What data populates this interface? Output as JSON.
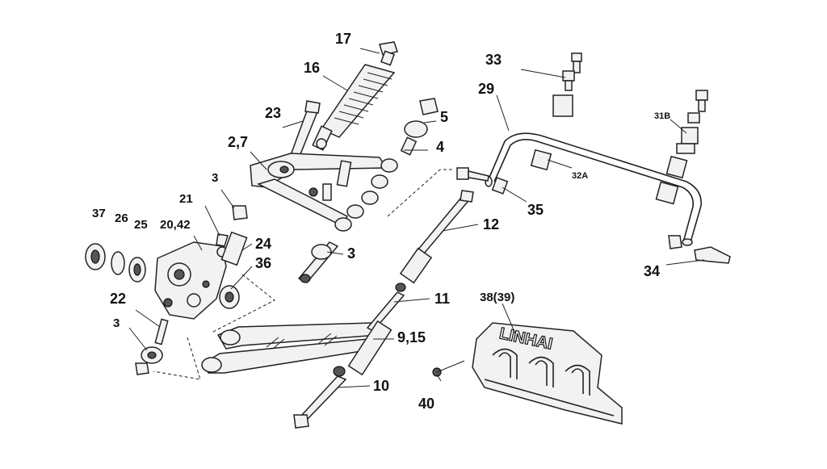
{
  "diagram": {
    "cover_logo_text": "LINHAI",
    "part_labels": {
      "p17": "17",
      "p16": "16",
      "p23": "23",
      "p5": "5",
      "p4": "4",
      "p27": "2,7",
      "p3a": "3",
      "p21": "21",
      "p37": "37",
      "p26": "26",
      "p25": "25",
      "p2042": "20,42",
      "p24": "24",
      "p36": "36",
      "p3b": "3",
      "p22": "22",
      "p3c": "3",
      "p12": "12",
      "p11": "11",
      "p915": "9,15",
      "p10": "10",
      "p33": "33",
      "p29": "29",
      "p31b": "31B",
      "p32a": "32A",
      "p35": "35",
      "p34": "34",
      "p3839": "38(39)",
      "p40": "40"
    }
  }
}
